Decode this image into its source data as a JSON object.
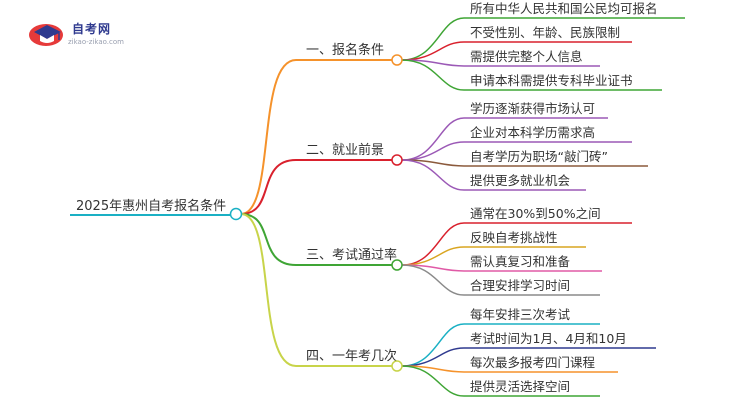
{
  "logo": {
    "title": "自考网",
    "subtitle": "zikao-zikao.com"
  },
  "mindmap": {
    "root": "2025年惠州自考报名条件",
    "branches": [
      {
        "label": "一、报名条件",
        "color": "#f5922b",
        "children": [
          {
            "label": "所有中华人民共和国公民均可报名",
            "color": "#3fa535"
          },
          {
            "label": "不受性别、年龄、民族限制",
            "color": "#d9212d"
          },
          {
            "label": "需提供完整个人信息",
            "color": "#9b59b6"
          },
          {
            "label": "申请本科需提供专科毕业证书",
            "color": "#3fa535"
          }
        ]
      },
      {
        "label": "二、就业前景",
        "color": "#d9212d",
        "children": [
          {
            "label": "学历逐渐获得市场认可",
            "color": "#9b59b6"
          },
          {
            "label": "企业对本科学历需求高",
            "color": "#9b59b6"
          },
          {
            "label": "自考学历为职场“敲门砖”",
            "color": "#8b5a3c"
          },
          {
            "label": "提供更多就业机会",
            "color": "#9b59b6"
          }
        ]
      },
      {
        "label": "三、考试通过率",
        "color": "#3fa535",
        "children": [
          {
            "label": "通常在30%到50%之间",
            "color": "#d9212d"
          },
          {
            "label": "反映自考挑战性",
            "color": "#d9a520"
          },
          {
            "label": "需认真复习和准备",
            "color": "#e05aa6"
          },
          {
            "label": "合理安排学习时间",
            "color": "#8a8a8a"
          }
        ]
      },
      {
        "label": "四、一年考几次",
        "color": "#c8d44a",
        "children": [
          {
            "label": "每年安排三次考试",
            "color": "#1ab0c4"
          },
          {
            "label": "考试时间为1月、4月和10月",
            "color": "#2f3a8f"
          },
          {
            "label": "每次最多报考四门课程",
            "color": "#f5922b"
          },
          {
            "label": "提供灵活选择空间",
            "color": "#3fa535"
          }
        ]
      }
    ]
  }
}
